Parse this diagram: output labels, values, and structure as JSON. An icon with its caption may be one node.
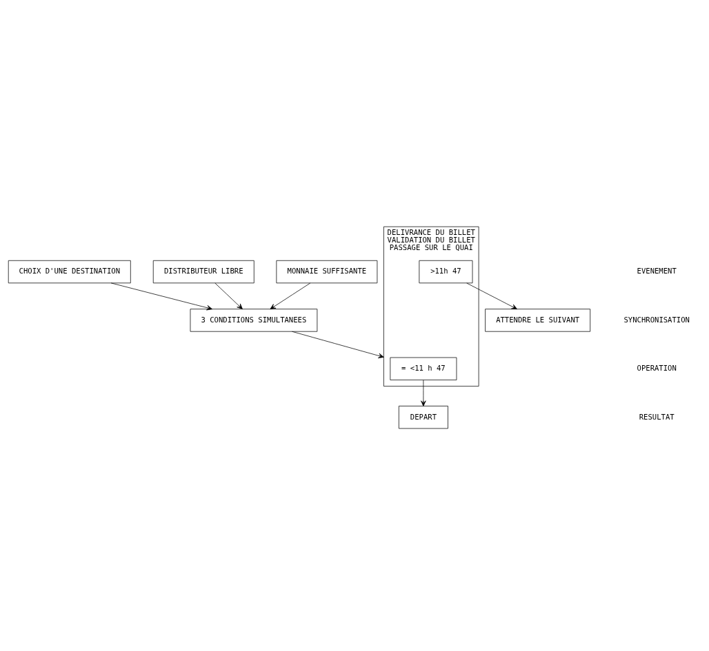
{
  "diagram": {
    "nodes": [
      {
        "text": [
          "CHOIX D'UNE DESTINATION"
        ]
      },
      {
        "text": [
          "DISTRIBUTEUR LIBRE"
        ]
      },
      {
        "text": [
          "MONNAIE SUFFISANTE"
        ]
      },
      {
        "text": [
          "3 CONDITIONS SIMULTANEES"
        ]
      },
      {
        "text": [
          "DELIVRANCE DU BILLET",
          "VALIDATION DU BILLET",
          "PASSAGE SUR LE QUAI"
        ]
      },
      {
        "text": [
          "= <11 h 47"
        ],
        "in": 4
      },
      {
        "text": [
          ">11h 47"
        ],
        "in": 4
      },
      {
        "text": [
          "DEPART"
        ]
      },
      {
        "text": [
          "ATTENDRE LE SUIVANT"
        ]
      }
    ],
    "edges": [
      {
        "from": 0,
        "to": 3,
        "arrow": "to"
      },
      {
        "from": 1,
        "to": 3,
        "arrow": "to"
      },
      {
        "from": 2,
        "to": 3,
        "arrow": "to"
      },
      {
        "from": 3,
        "to": 4,
        "arrow": "to"
      },
      {
        "from": 5,
        "to": 7,
        "arrow": "to"
      },
      {
        "from": 6,
        "to": 8,
        "arrow": "to"
      }
    ],
    "labels": [
      "EVENEMENT",
      "SYNCHRONISATION",
      "OPERATION",
      "RESULTAT"
    ]
  }
}
